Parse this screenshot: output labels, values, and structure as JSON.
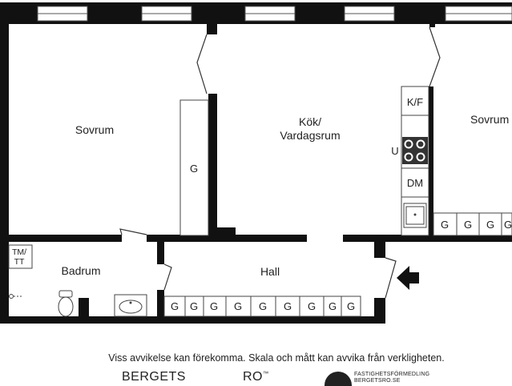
{
  "rooms": {
    "bedroom_left": "Sovrum",
    "kitchen_line1": "Kök/",
    "kitchen_line2": "Vardagsrum",
    "bedroom_right": "Sovrum",
    "bathroom": "Badrum",
    "hall": "Hall"
  },
  "fixtures": {
    "fridge_freezer": "K/F",
    "oven": "U",
    "dishwasher": "DM",
    "washer_line1": "TM/",
    "washer_line2": "TT",
    "wardrobe": "G"
  },
  "entrance_arrow_icon": "arrow-left-icon",
  "footer": {
    "disclaimer": "Viss avvikelse kan förekomma. Skala och mått kan avvika från verkligheten.",
    "brand_left": "BERGETS",
    "brand_right": "RO",
    "brand_right_mark": "™",
    "agency_line1": "FASTIGHETSFÖRMEDLING",
    "agency_line2": "BERGETSRO.SE"
  }
}
